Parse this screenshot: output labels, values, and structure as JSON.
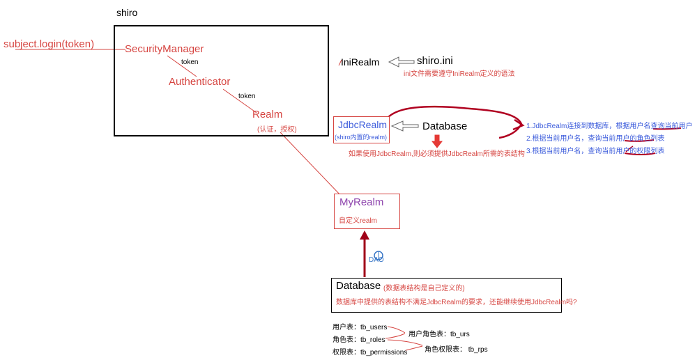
{
  "diagram": {
    "title": "shiro",
    "subject_login": "subject.login(token)",
    "security_manager": "SecurityManager",
    "token_1": "token",
    "authenticator": "Authenticator",
    "token_2": "token",
    "realm": "Realm",
    "realm_note": "(认证，授权)",
    "ini_realm": "IniRealm",
    "shiro_ini": "shiro.ini",
    "ini_note": "ini文件需要遵守IniRealm定义的语法",
    "jdbc_realm": "JdbcRealm",
    "jdbc_realm_note": "(shiro内置的realm)",
    "database_1": "Database",
    "jdbc_requirement": "如果使用JdbcRealm,则必须提供JdbcRealm所需的表结构",
    "steps": [
      "1.JdbcRealm连接到数据库，根据用户名查询当前用户",
      "2.根据当前用户名，查询当前用户的角色列表",
      "3.根据当前用户名，查询当前用户的权限列表"
    ],
    "my_realm": "MyRealm",
    "my_realm_note": "自定义realm",
    "dao": "DAO",
    "database_2": "Database",
    "database_2_note": "(数据表结构是自己定义的)",
    "database_2_question": "数据库中提供的表结构不满足JdbcRealm的要求，还能继续使用JdbcRealm吗?",
    "tables": {
      "users": "用户表：tb_users",
      "roles": "角色表：tb_roles",
      "permissions": "权限表：tb_permissions",
      "user_roles": "用户角色表：tb_urs",
      "role_permissions": "角色权限表： tb_rps"
    }
  },
  "colors": {
    "red": "#d64541",
    "dark_red": "#b00020",
    "blue": "#3b5bdb",
    "purple": "#8e44ad",
    "black": "#000000"
  }
}
